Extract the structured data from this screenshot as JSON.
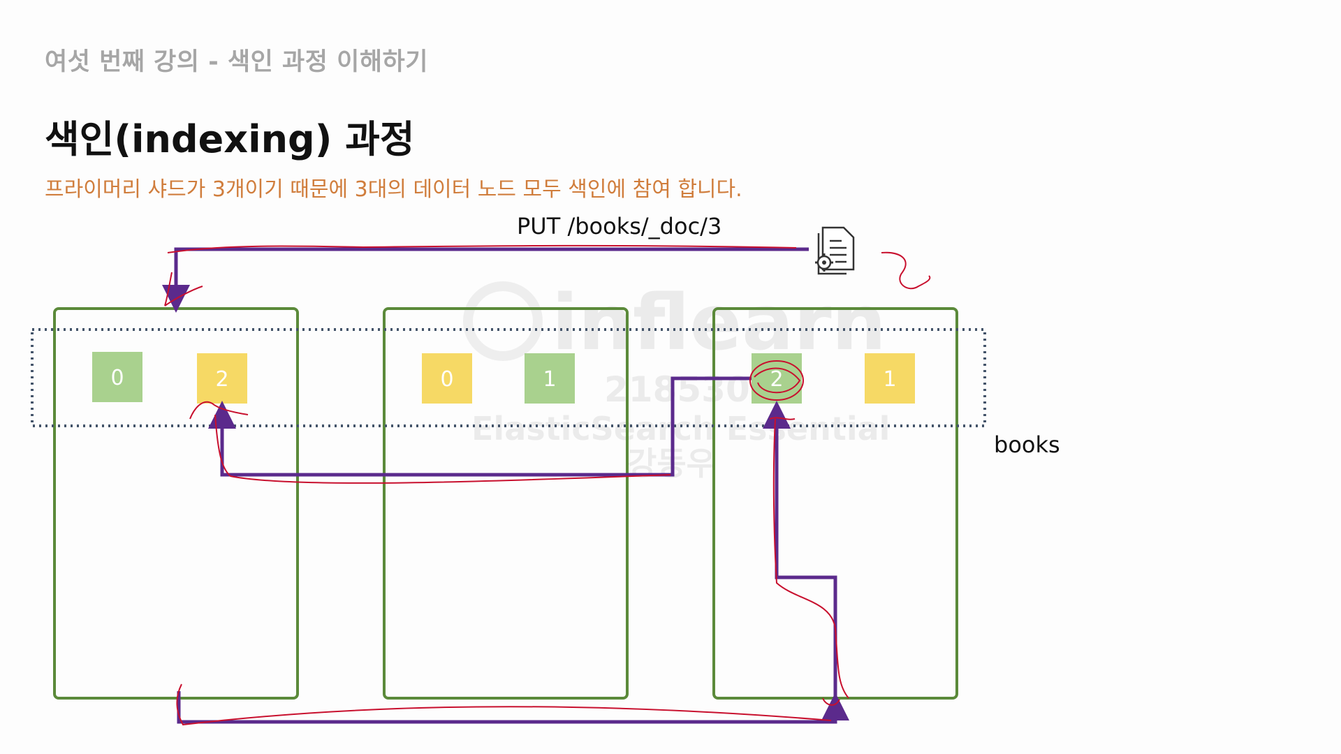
{
  "course_title": "여섯 번째 강의 - 색인 과정 이해하기",
  "slide_title": "색인(indexing) 과정",
  "description": "프라이머리 샤드가 3개이기 때문에 3대의 데이터 노드 모두 색인에 참여 합니다.",
  "request_label": "PUT /books/_doc/3",
  "index_name": "books",
  "document_icon": "document-gear-icon",
  "colors": {
    "node_border": "#5b8a3a",
    "primary_shard": "#a9d18e",
    "replica_shard": "#f6d965",
    "index_border": "#44546a",
    "flow_arrow": "#5b2a8c",
    "annotation": "#c8102e",
    "course_title": "#a6a6a6",
    "description": "#d07d3c"
  },
  "nodes": [
    {
      "shards": [
        {
          "label": "0",
          "kind": "primary"
        },
        {
          "label": "2",
          "kind": "replica"
        }
      ]
    },
    {
      "shards": [
        {
          "label": "0",
          "kind": "replica"
        },
        {
          "label": "1",
          "kind": "primary"
        }
      ]
    },
    {
      "shards": [
        {
          "label": "2",
          "kind": "primary"
        },
        {
          "label": "1",
          "kind": "replica"
        }
      ]
    }
  ],
  "watermark": {
    "brand": "inflearn",
    "id": "218530",
    "course": "ElasticSearch Essential",
    "name": "강동우"
  }
}
